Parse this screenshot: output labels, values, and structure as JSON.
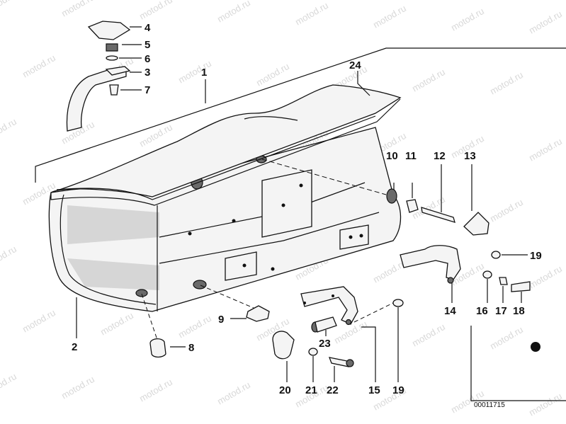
{
  "callouts": [
    {
      "id": "c1",
      "text": "1"
    },
    {
      "id": "c2",
      "text": "2"
    },
    {
      "id": "c3",
      "text": "3"
    },
    {
      "id": "c4",
      "text": "4"
    },
    {
      "id": "c5",
      "text": "5"
    },
    {
      "id": "c6",
      "text": "6"
    },
    {
      "id": "c7",
      "text": "7"
    },
    {
      "id": "c8",
      "text": "8"
    },
    {
      "id": "c9",
      "text": "9"
    },
    {
      "id": "c10",
      "text": "10"
    },
    {
      "id": "c11",
      "text": "11"
    },
    {
      "id": "c12",
      "text": "12"
    },
    {
      "id": "c13",
      "text": "13"
    },
    {
      "id": "c14",
      "text": "14"
    },
    {
      "id": "c15",
      "text": "15"
    },
    {
      "id": "c16",
      "text": "16"
    },
    {
      "id": "c17",
      "text": "17"
    },
    {
      "id": "c18",
      "text": "18"
    },
    {
      "id": "c19a",
      "text": "19"
    },
    {
      "id": "c19b",
      "text": "19"
    },
    {
      "id": "c20",
      "text": "20"
    },
    {
      "id": "c21",
      "text": "21"
    },
    {
      "id": "c22",
      "text": "22"
    },
    {
      "id": "c23",
      "text": "23"
    },
    {
      "id": "c24",
      "text": "24"
    }
  ],
  "drawing_number": "00011715",
  "watermark": "motod.ru"
}
